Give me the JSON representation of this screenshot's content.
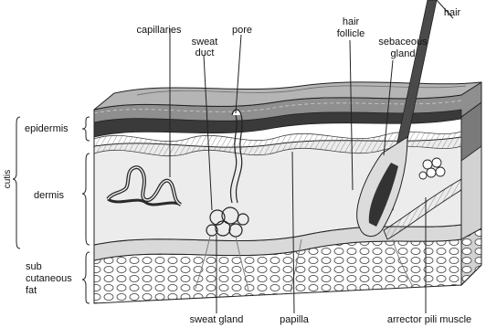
{
  "labels": {
    "capillaries": "capillaries",
    "sweat_duct_1": "sweat",
    "sweat_duct_2": "duct",
    "pore": "pore",
    "hair_follicle_1": "hair",
    "hair_follicle_2": "follicle",
    "hair": "hair",
    "sebaceous_1": "sebaceous",
    "sebaceous_2": "gland",
    "epidermis": "epidermis",
    "dermis": "dermis",
    "cutis": "cutis",
    "subcutaneous_1": "sub",
    "subcutaneous_2": "cutaneous",
    "subcutaneous_3": "fat",
    "sweat_gland": "sweat gland",
    "papilla": "papilla",
    "arrector": "arrector pili muscle"
  },
  "colors": {
    "epidermis_top": "#8f8f8f",
    "epidermis_dark": "#3a3a3a",
    "dermis": "#e9e9e9",
    "fat_band": "#dcdcdc",
    "line": "#222222"
  }
}
